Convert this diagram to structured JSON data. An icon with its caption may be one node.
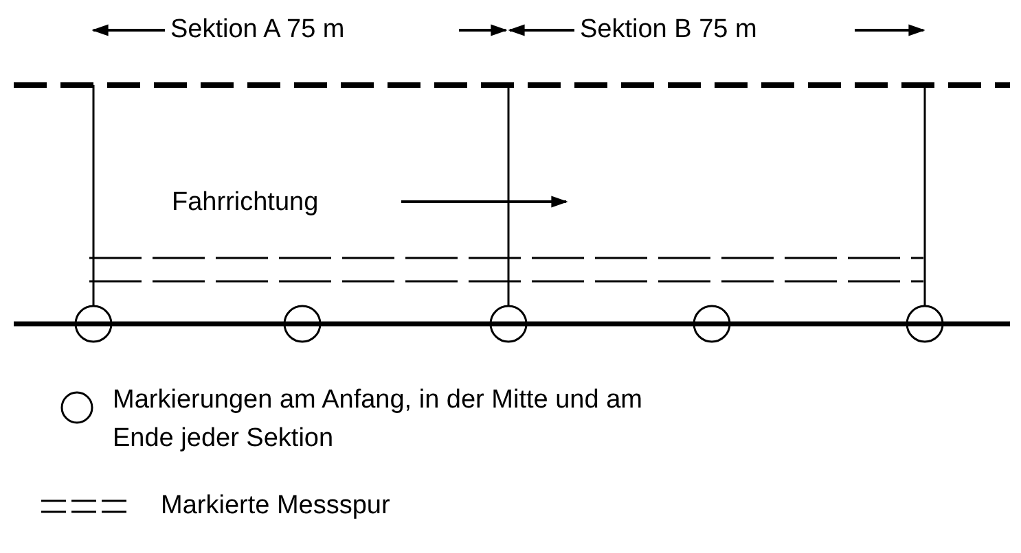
{
  "diagram": {
    "labels": [
      "Sektion A 75 m",
      "Sektion B 75 m",
      "Fahrrichtung"
    ],
    "legend": [
      {
        "text": "Markierungen am Anfang, in der Mitte und am Ende jeder Sektion"
      },
      {
        "text": "Markierte Messspur"
      }
    ]
  }
}
